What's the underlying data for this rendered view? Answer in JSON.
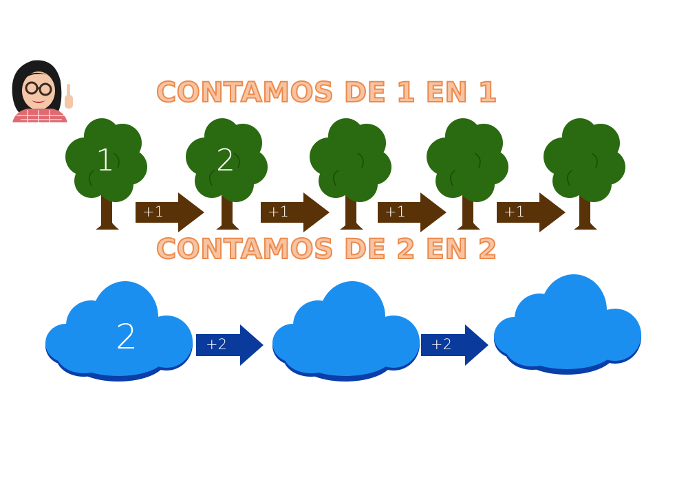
{
  "worksheet": {
    "titles": {
      "count_by_1": "CONTAMOS DE 1 EN 1",
      "count_by_2": "CONTAMOS DE 2 EN 2"
    },
    "colors": {
      "title_fill": "#f8c3a1",
      "title_stroke": "#ec8a4c",
      "tree_leaves": "#2a6a10",
      "tree_trunk": "#5a3208",
      "brown_arrow": "#5a3208",
      "cloud_fill": "#1b8ff0",
      "cloud_shadow": "#0a3ea8",
      "blue_arrow": "#0a3a9c"
    },
    "trees": [
      {
        "number": "1"
      },
      {
        "number": "2"
      },
      {
        "number": ""
      },
      {
        "number": ""
      },
      {
        "number": ""
      }
    ],
    "tree_arrows": [
      {
        "label": "+1"
      },
      {
        "label": "+1"
      },
      {
        "label": "+1"
      },
      {
        "label": "+1"
      }
    ],
    "clouds": [
      {
        "number": "2"
      },
      {
        "number": ""
      },
      {
        "number": ""
      }
    ],
    "cloud_arrows": [
      {
        "label": "+2"
      },
      {
        "label": "+2"
      }
    ],
    "avatar": {
      "icon": "teacher-bitmoji-pointing-icon"
    }
  }
}
